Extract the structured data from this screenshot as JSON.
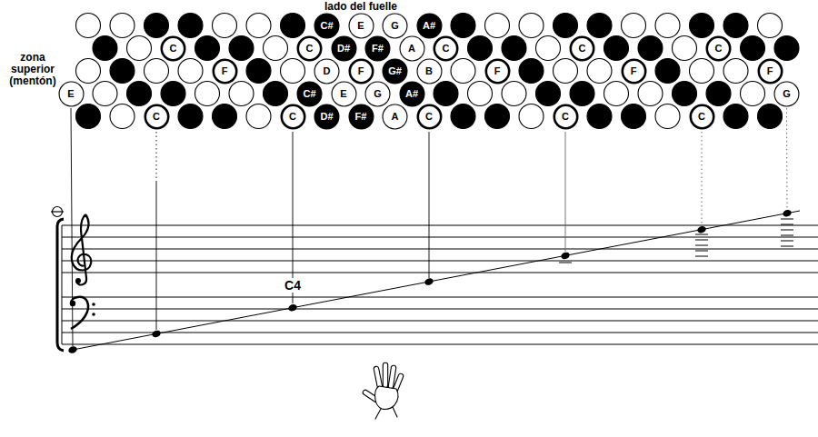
{
  "diagram": {
    "nodes": [
      {
        "text": [
          "C#"
        ]
      },
      {
        "text": [
          "E"
        ]
      },
      {
        "text": [
          "G"
        ]
      },
      {
        "text": [
          "A#"
        ]
      },
      {
        "text": [
          "C"
        ]
      },
      {
        "text": [
          "C"
        ]
      },
      {
        "text": [
          "D#"
        ]
      },
      {
        "text": [
          "F#"
        ]
      },
      {
        "text": [
          "A"
        ]
      },
      {
        "text": [
          "C"
        ]
      },
      {
        "text": [
          "C"
        ]
      },
      {
        "text": [
          "C"
        ]
      },
      {
        "text": [
          "F"
        ]
      },
      {
        "text": [
          "D"
        ]
      },
      {
        "text": [
          "F"
        ]
      },
      {
        "text": [
          "G#"
        ]
      },
      {
        "text": [
          "B"
        ]
      },
      {
        "text": [
          "F"
        ]
      },
      {
        "text": [
          "F"
        ]
      },
      {
        "text": [
          "F"
        ]
      },
      {
        "text": [
          "E"
        ]
      },
      {
        "text": [
          "C#"
        ]
      },
      {
        "text": [
          "E"
        ]
      },
      {
        "text": [
          "G"
        ]
      },
      {
        "text": [
          "A#"
        ]
      },
      {
        "text": [
          "G"
        ]
      },
      {
        "text": [
          "C"
        ]
      },
      {
        "text": [
          "C"
        ]
      },
      {
        "text": [
          "D#"
        ]
      },
      {
        "text": [
          "F#"
        ]
      },
      {
        "text": [
          "A"
        ]
      },
      {
        "text": [
          "C"
        ]
      },
      {
        "text": [
          "C"
        ]
      },
      {
        "text": [
          "C"
        ]
      }
    ],
    "labels": [
      "lado del fuelle",
      "zona superior (mentón)",
      "C4"
    ]
  }
}
